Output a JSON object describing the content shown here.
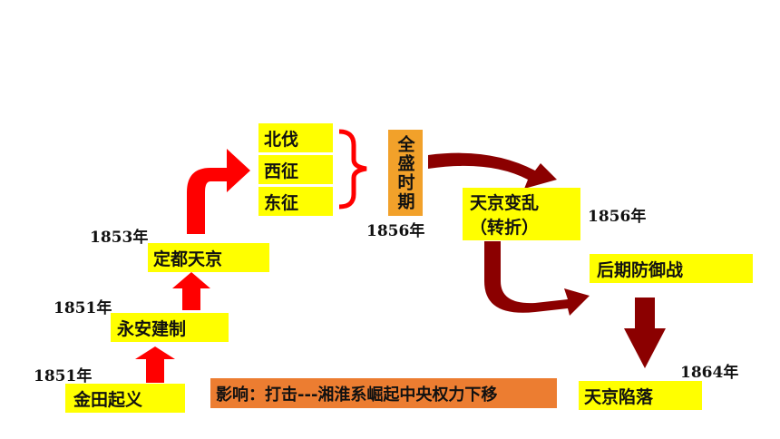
{
  "colors": {
    "yellow_box": "#ffff00",
    "orange_box": "#f2a12a",
    "influence_box": "#ec7d31",
    "red_arrow": "#ff0000",
    "dark_red_arrow": "#8b0000"
  },
  "nodes": {
    "jintian": "金田起义",
    "yongan": "永安建制",
    "dingdu": "定都天京",
    "beifa": "北伐",
    "xizheng": "西征",
    "dongzheng": "东征",
    "quansheng": "全盛时期",
    "tianjing_bianluan_line1": "天京变乱",
    "tianjing_bianluan_line2": "（转折）",
    "houqi": "后期防御战",
    "xianluo": "天京陷落",
    "influence": "影响：打击---湘淮系崛起中央权力下移"
  },
  "years": {
    "jintian": "1851年",
    "yongan": "1851年",
    "dingdu": "1853年",
    "quansheng": "1856年",
    "bianluan": "1856年",
    "xianluo": "1864年"
  }
}
